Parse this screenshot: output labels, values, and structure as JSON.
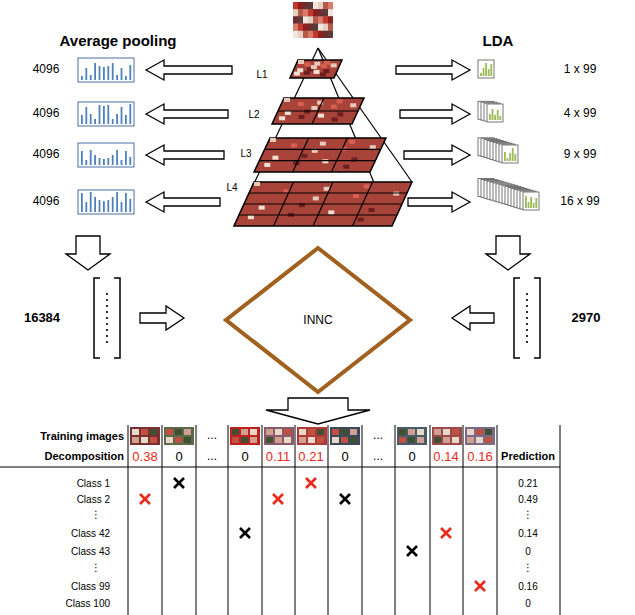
{
  "diagram": {
    "nodes": [
      {
        "text": [
          "INNC"
        ]
      }
    ],
    "labels": [
      "Average pooling",
      "LDA",
      "4096",
      "4096",
      "4096",
      "4096",
      "1 x 99",
      "4 x 99",
      "9 x 99",
      "16 x 99",
      "L1",
      "L2",
      "L3",
      "L4",
      "16384",
      "2970",
      "Training images",
      "Decomposition",
      "0.38",
      "0",
      "...",
      "0",
      "0.11",
      "0.21",
      "0",
      "...",
      "0",
      "0.14",
      "0.16",
      "Prediction",
      "Class 1",
      "Class 2",
      "⋮",
      "Class 42",
      "Class 43",
      "⋮",
      "Class 99",
      "Class 100",
      "0.21",
      "0.49",
      "⋮",
      "0.14",
      "0",
      "⋮",
      "0.16",
      "0",
      "...",
      "..."
    ]
  }
}
